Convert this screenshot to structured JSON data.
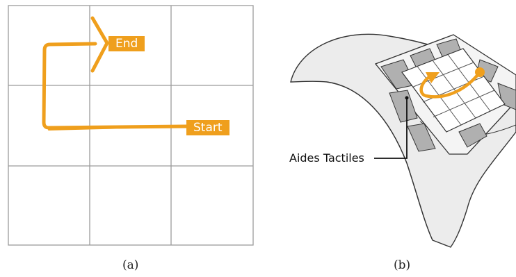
{
  "panel_a": {
    "caption": "(a)",
    "end_label": "End",
    "start_label": "Start"
  },
  "panel_b": {
    "caption": "(b)",
    "callout_label": "Aides Tactiles"
  },
  "colors": {
    "accent": "#ef9f1d",
    "grid_line": "#9b9b9b",
    "band_fill": "#ececec",
    "pad_fill": "#b0b0b0",
    "outline": "#333333"
  }
}
